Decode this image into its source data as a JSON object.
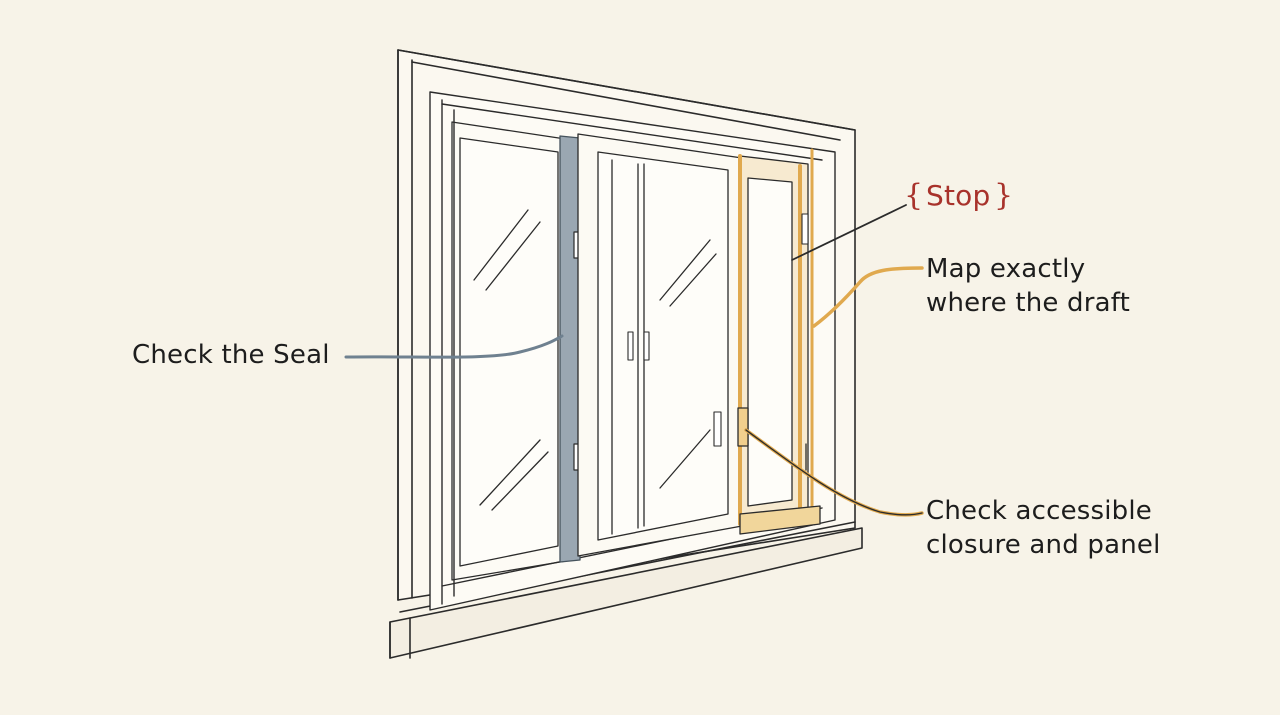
{
  "labels": {
    "seal": "Check the Seal",
    "stop": "Stop",
    "map_line1": "Map exactly",
    "map_line2": "where the draft",
    "closure_line1": "Check accessible",
    "closure_line2": "closure and panel"
  },
  "colors": {
    "background": "#f7f3e8",
    "ink": "#2b2b2b",
    "accent_orange": "#e0a94e",
    "accent_red": "#a8322b",
    "accent_blue": "#6f8190"
  }
}
